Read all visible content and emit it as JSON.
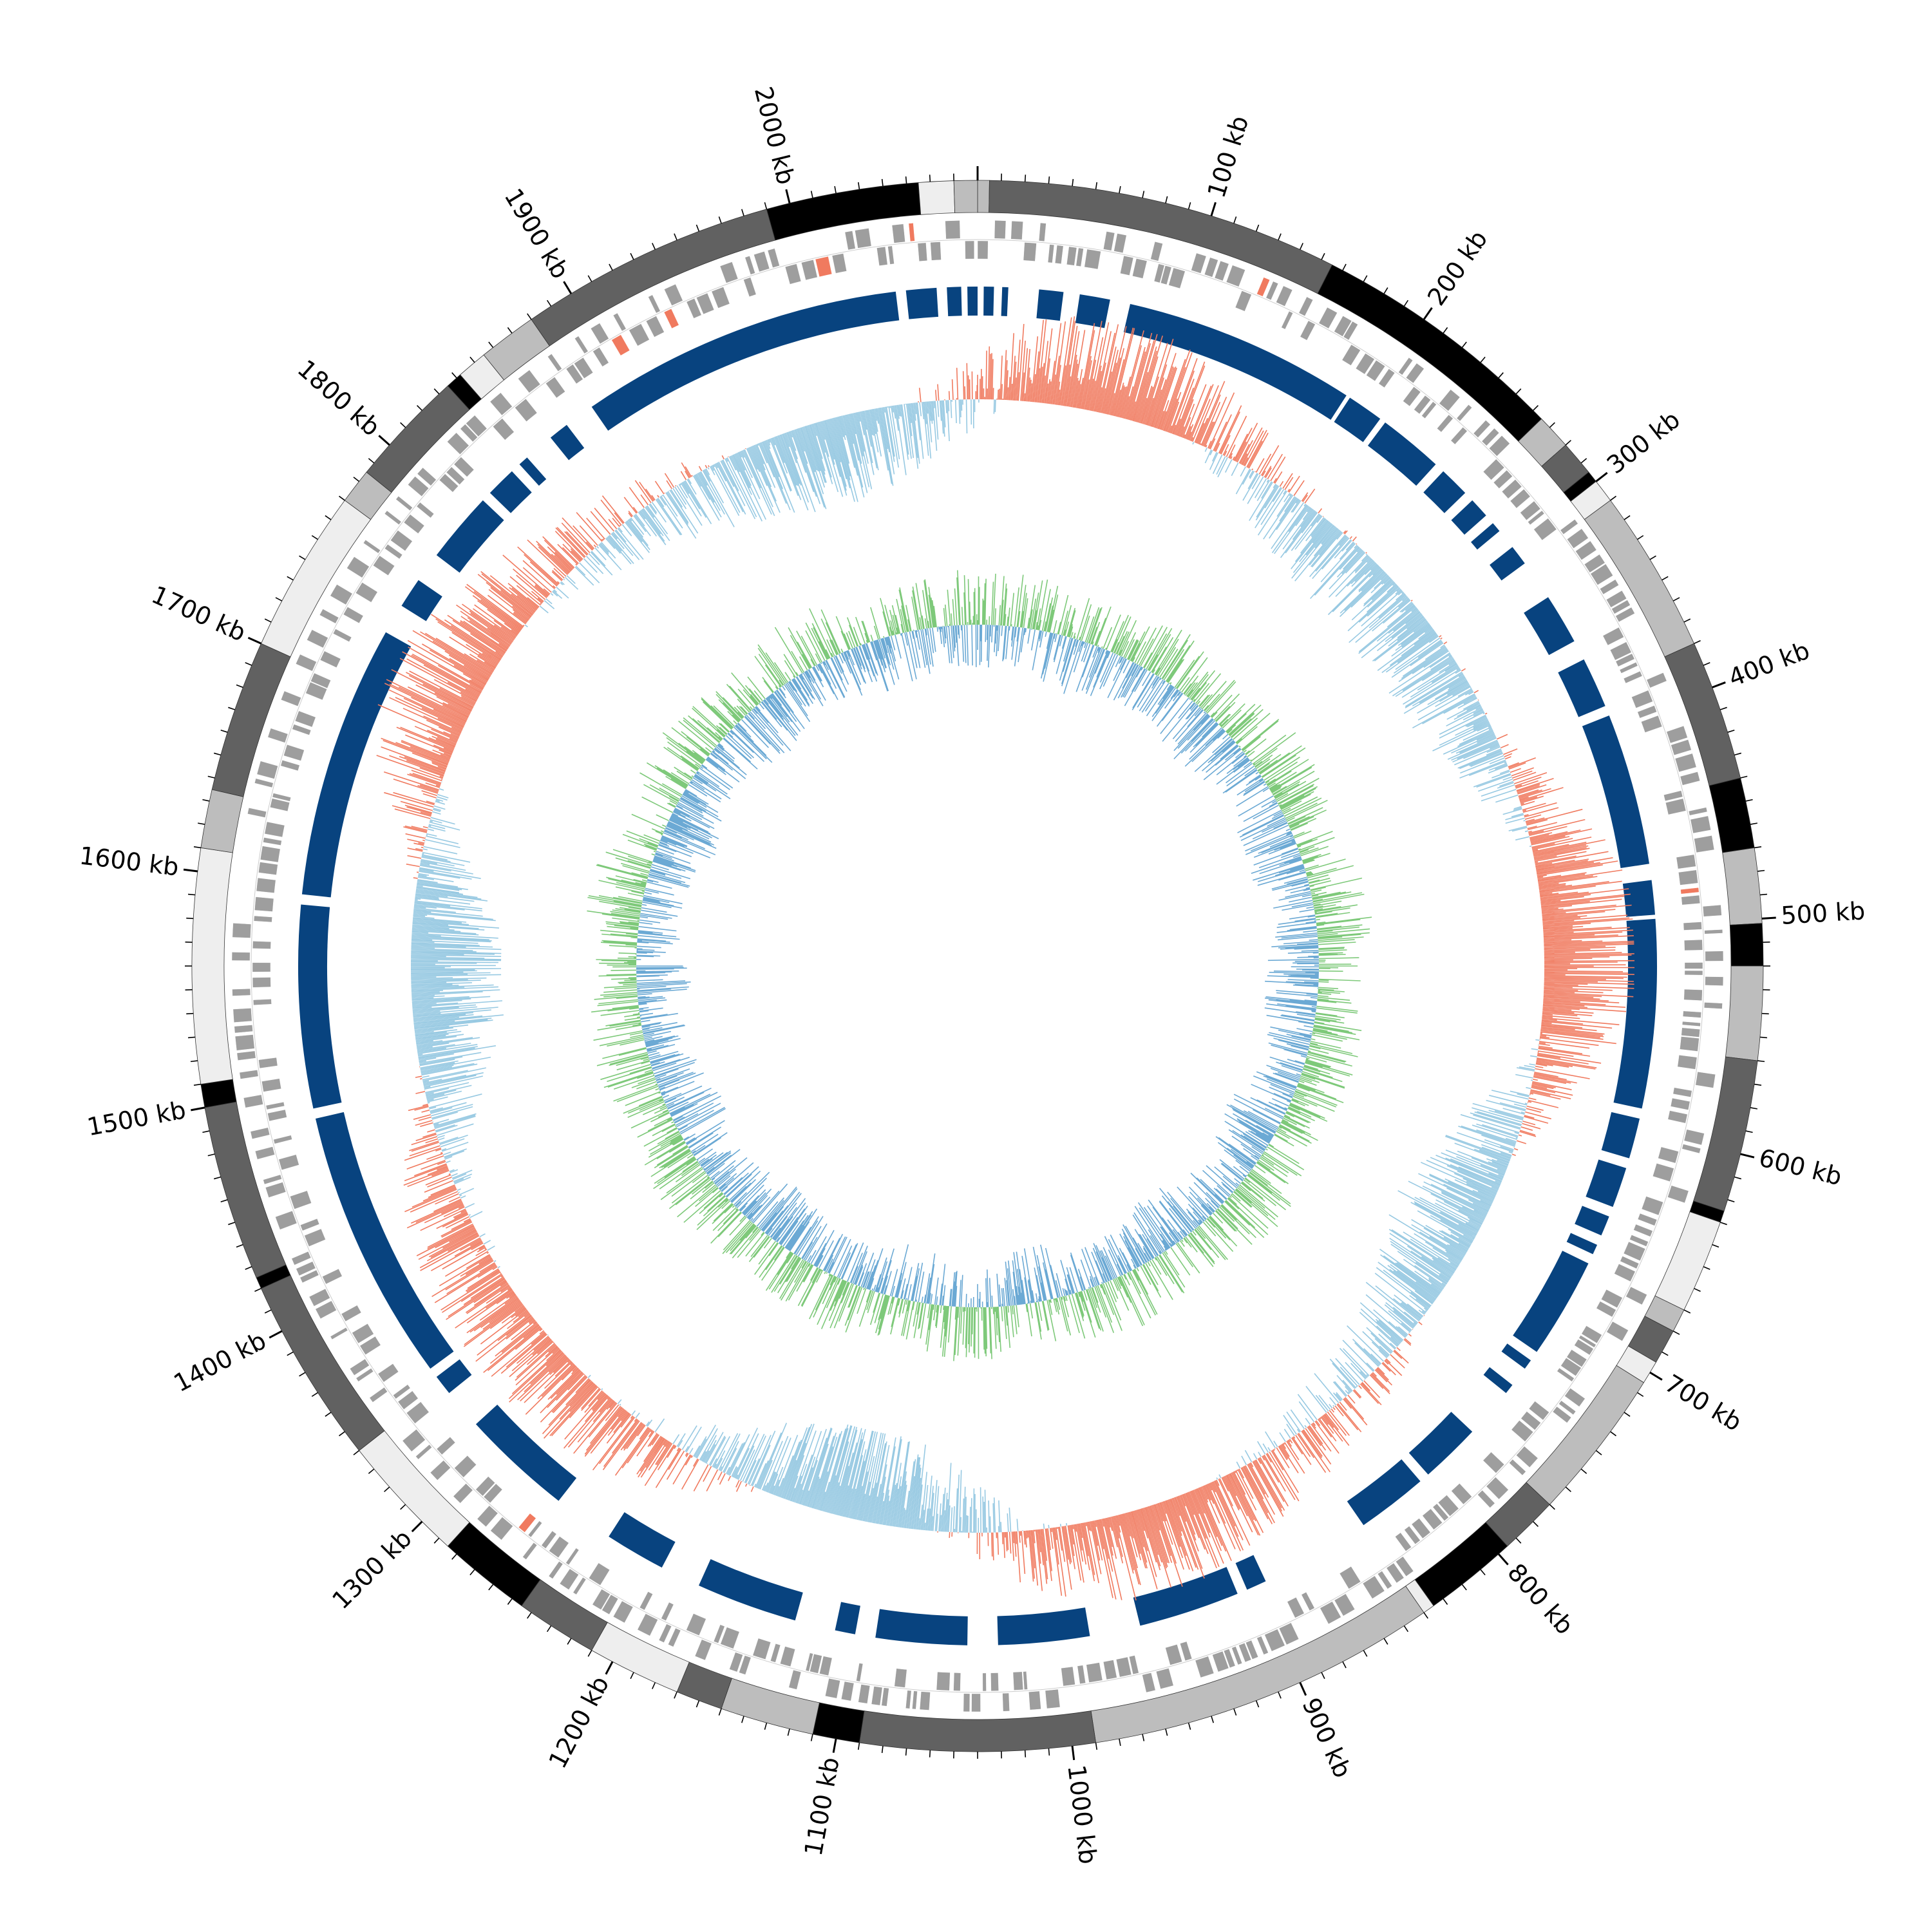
{
  "chart_data": {
    "type": "circular-genome-map",
    "genome_length_kb": 2080,
    "tick_labels": [
      {
        "value": 100,
        "label": "100 kb"
      },
      {
        "value": 200,
        "label": "200 kb"
      },
      {
        "value": 300,
        "label": "300 kb"
      },
      {
        "value": 400,
        "label": "400 kb"
      },
      {
        "value": 500,
        "label": "500 kb"
      },
      {
        "value": 600,
        "label": "600 kb"
      },
      {
        "value": 700,
        "label": "700 kb"
      },
      {
        "value": 800,
        "label": "800 kb"
      },
      {
        "value": 900,
        "label": "900 kb"
      },
      {
        "value": 1000,
        "label": "1000 kb"
      },
      {
        "value": 1100,
        "label": "1100 kb"
      },
      {
        "value": 1200,
        "label": "1200 kb"
      },
      {
        "value": 1300,
        "label": "1300 kb"
      },
      {
        "value": 1400,
        "label": "1400 kb"
      },
      {
        "value": 1500,
        "label": "1500 kb"
      },
      {
        "value": 1600,
        "label": "1600 kb"
      },
      {
        "value": 1700,
        "label": "1700 kb"
      },
      {
        "value": 1800,
        "label": "1800 kb"
      },
      {
        "value": 1900,
        "label": "1900 kb"
      },
      {
        "value": 2000,
        "label": "2000 kb"
      }
    ],
    "minor_tick_step_kb": 10,
    "outer_bands": [
      {
        "start": 0,
        "end": 5,
        "shade": "#bdbdbd"
      },
      {
        "start": 5,
        "end": 155,
        "shade": "#616161"
      },
      {
        "start": 155,
        "end": 265,
        "shade": "#000000"
      },
      {
        "start": 265,
        "end": 280,
        "shade": "#bdbdbd"
      },
      {
        "start": 280,
        "end": 295,
        "shade": "#616161"
      },
      {
        "start": 295,
        "end": 300,
        "shade": "#000000"
      },
      {
        "start": 300,
        "end": 310,
        "shade": "#eeeeee"
      },
      {
        "start": 310,
        "end": 380,
        "shade": "#bdbdbd"
      },
      {
        "start": 380,
        "end": 440,
        "shade": "#616161"
      },
      {
        "start": 440,
        "end": 470,
        "shade": "#000000"
      },
      {
        "start": 470,
        "end": 502,
        "shade": "#bdbdbd"
      },
      {
        "start": 502,
        "end": 520,
        "shade": "#000000"
      },
      {
        "start": 520,
        "end": 560,
        "shade": "#bdbdbd"
      },
      {
        "start": 560,
        "end": 625,
        "shade": "#616161"
      },
      {
        "start": 625,
        "end": 630,
        "shade": "#000000"
      },
      {
        "start": 630,
        "end": 670,
        "shade": "#eeeeee"
      },
      {
        "start": 670,
        "end": 680,
        "shade": "#bdbdbd"
      },
      {
        "start": 680,
        "end": 695,
        "shade": "#616161"
      },
      {
        "start": 695,
        "end": 705,
        "shade": "#eeeeee"
      },
      {
        "start": 705,
        "end": 770,
        "shade": "#bdbdbd"
      },
      {
        "start": 770,
        "end": 795,
        "shade": "#616161"
      },
      {
        "start": 795,
        "end": 835,
        "shade": "#000000"
      },
      {
        "start": 835,
        "end": 840,
        "shade": "#eeeeee"
      },
      {
        "start": 840,
        "end": 990,
        "shade": "#bdbdbd"
      },
      {
        "start": 990,
        "end": 1090,
        "shade": "#616161"
      },
      {
        "start": 1090,
        "end": 1110,
        "shade": "#000000"
      },
      {
        "start": 1110,
        "end": 1150,
        "shade": "#bdbdbd"
      },
      {
        "start": 1150,
        "end": 1170,
        "shade": "#616161"
      },
      {
        "start": 1170,
        "end": 1210,
        "shade": "#eeeeee"
      },
      {
        "start": 1210,
        "end": 1245,
        "shade": "#616161"
      },
      {
        "start": 1245,
        "end": 1285,
        "shade": "#000000"
      },
      {
        "start": 1285,
        "end": 1340,
        "shade": "#eeeeee"
      },
      {
        "start": 1340,
        "end": 1420,
        "shade": "#616161"
      },
      {
        "start": 1420,
        "end": 1425,
        "shade": "#000000"
      },
      {
        "start": 1425,
        "end": 1500,
        "shade": "#616161"
      },
      {
        "start": 1500,
        "end": 1510,
        "shade": "#000000"
      },
      {
        "start": 1510,
        "end": 1610,
        "shade": "#eeeeee"
      },
      {
        "start": 1610,
        "end": 1635,
        "shade": "#bdbdbd"
      },
      {
        "start": 1635,
        "end": 1700,
        "shade": "#616161"
      },
      {
        "start": 1700,
        "end": 1770,
        "shade": "#eeeeee"
      },
      {
        "start": 1770,
        "end": 1785,
        "shade": "#bdbdbd"
      },
      {
        "start": 1785,
        "end": 1835,
        "shade": "#616161"
      },
      {
        "start": 1835,
        "end": 1842,
        "shade": "#000000"
      },
      {
        "start": 1842,
        "end": 1855,
        "shade": "#eeeeee"
      },
      {
        "start": 1855,
        "end": 1880,
        "shade": "#bdbdbd"
      },
      {
        "start": 1880,
        "end": 1990,
        "shade": "#616161"
      },
      {
        "start": 1990,
        "end": 2055,
        "shade": "#000000"
      },
      {
        "start": 2055,
        "end": 2070,
        "shade": "#eeeeee"
      },
      {
        "start": 2070,
        "end": 2080,
        "shade": "#bdbdbd"
      }
    ],
    "block_track": {
      "color": "#08437f",
      "segments": [
        [
          3,
          8
        ],
        [
          12,
          15
        ],
        [
          30,
          42
        ],
        [
          50,
          65
        ],
        [
          75,
          190
        ],
        [
          192,
          210
        ],
        [
          213,
          245
        ],
        [
          250,
          265
        ],
        [
          270,
          280
        ],
        [
          285,
          290
        ],
        [
          300,
          310
        ],
        [
          330,
          355
        ],
        [
          365,
          390
        ],
        [
          395,
          470
        ],
        [
          478,
          495
        ],
        [
          497,
          590
        ],
        [
          595,
          615
        ],
        [
          620,
          640
        ],
        [
          645,
          655
        ],
        [
          660,
          665
        ],
        [
          670,
          720
        ],
        [
          725,
          730
        ],
        [
          740,
          745
        ],
        [
          770,
          800
        ],
        [
          805,
          840
        ],
        [
          895,
          905
        ],
        [
          910,
          960
        ],
        [
          985,
          1030
        ],
        [
          1045,
          1090
        ],
        [
          1100,
          1110
        ],
        [
          1130,
          1180
        ],
        [
          1200,
          1230
        ],
        [
          1260,
          1315
        ],
        [
          1335,
          1345
        ],
        [
          1350,
          1485
        ],
        [
          1490,
          1590
        ],
        [
          1595,
          1730
        ],
        [
          1745,
          1760
        ],
        [
          1775,
          1810
        ],
        [
          1815,
          1830
        ],
        [
          1835,
          1840
        ],
        [
          1855,
          1865
        ],
        [
          1880,
          2040
        ],
        [
          2045,
          2060
        ],
        [
          2065,
          2072
        ],
        [
          2075,
          2080
        ]
      ]
    },
    "feature_track": {
      "color": "#9e9e9e",
      "accent": "#f07a5f"
    },
    "gc_content_track": {
      "positive_color": "#f07a5f",
      "negative_color": "#97c9e2"
    },
    "gc_skew_track": {
      "positive_color": "#7ec97a",
      "negative_color": "#6ba9d4"
    }
  }
}
